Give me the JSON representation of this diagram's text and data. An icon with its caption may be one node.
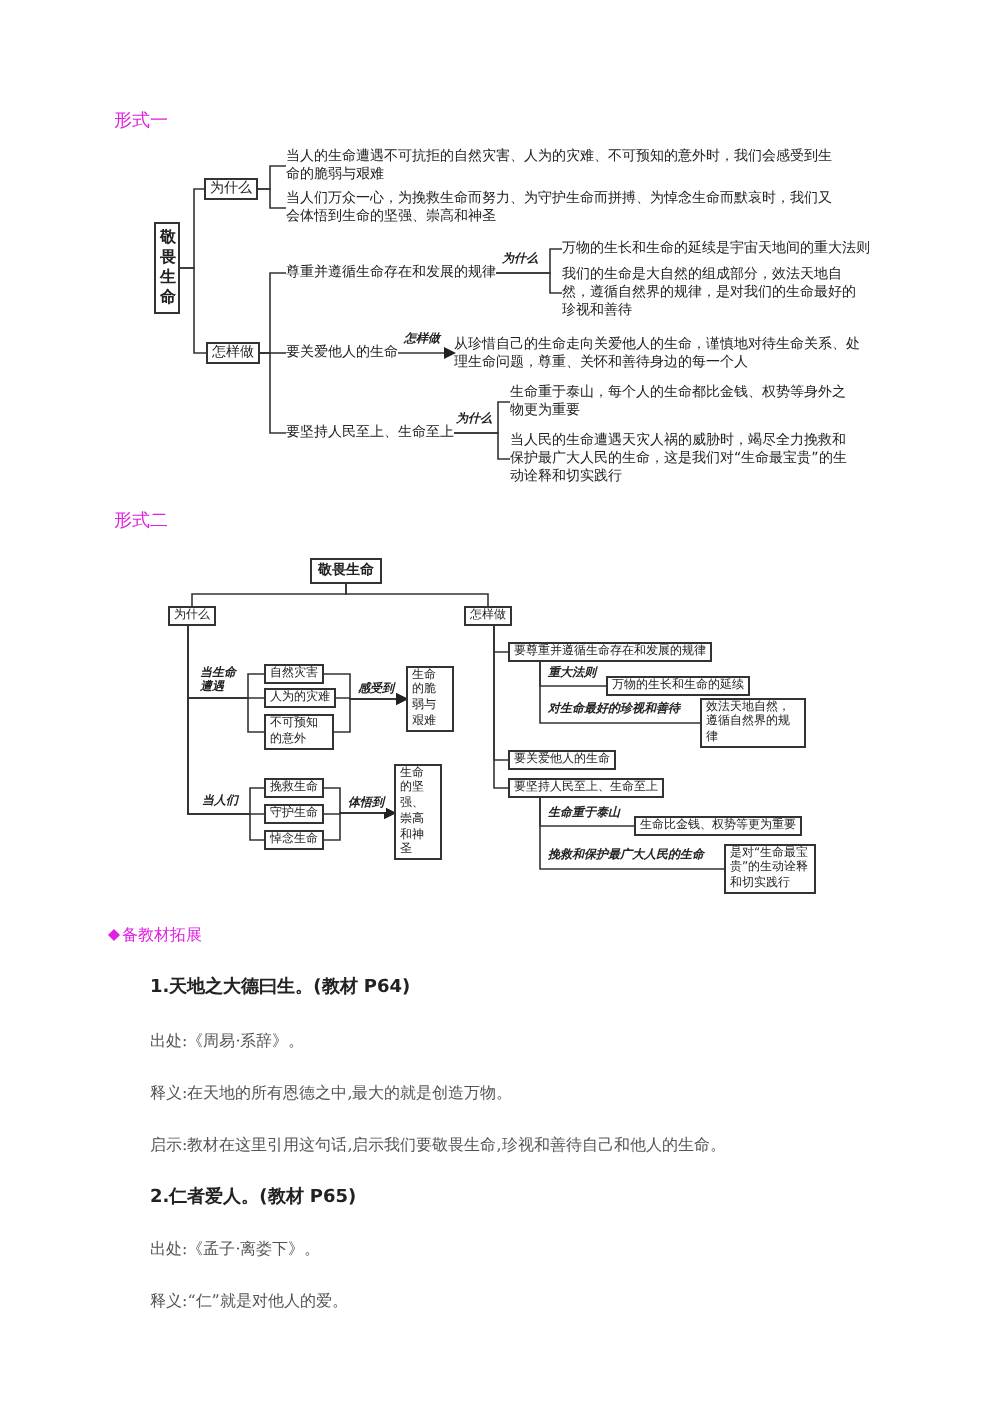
{
  "diagram": {
    "nodes": [
      {
        "text": [
          "敬畏生命"
        ]
      },
      {
        "text": [
          "为什么"
        ]
      },
      {
        "text": [
          "怎样做"
        ]
      },
      {
        "text": [
          "当人的生命遭遇不可抗拒的自然灾害、人为的灾难、不可预知的意外时，我们会感受到生命的脆弱与艰难"
        ]
      },
      {
        "text": [
          "当人们万众一心，为挽救生命而努力、为守护生命而拼搏、为悼念生命而默哀时，我们又会体悟到生命的坚强、崇高和神圣"
        ]
      },
      {
        "text": [
          "尊重并遵循生命存在和发展的规律"
        ]
      },
      {
        "text": [
          "要关爱他人的生命"
        ]
      },
      {
        "text": [
          "要坚持人民至上、生命至上"
        ]
      },
      {
        "text": [
          "万物的生长和生命的延续是宇宙天地间的重大法则"
        ]
      },
      {
        "text": [
          "我们的生命是大自然的组成部分，效法天地自然，遵循自然界的规律，是对我们的生命最好的珍视和善待"
        ]
      },
      {
        "text": [
          "从珍惜自己的生命走向关爱他人的生命，谨慎地对待生命关系、处理生命问题，尊重、关怀和善待身边的每一个人"
        ]
      },
      {
        "text": [
          "生命重于泰山，每个人的生命都比金钱、权势等身外之物更为重要"
        ]
      },
      {
        "text": [
          "当人民的生命遭遇天灾人祸的威胁时，竭尽全力挽救和保护最广大人民的生命，这是我们对“生命最宝贵”的生动诠释和切实践行"
        ]
      },
      {
        "text": [
          "敬畏生命"
        ]
      },
      {
        "text": [
          "为什么"
        ]
      },
      {
        "text": [
          "怎样做"
        ]
      },
      {
        "text": [
          "自然灾害"
        ]
      },
      {
        "text": [
          "人为的灾难"
        ]
      },
      {
        "text": [
          "不可预知的意外"
        ]
      },
      {
        "text": [
          "生命的脆弱与艰难"
        ]
      },
      {
        "text": [
          "挽救生命"
        ]
      },
      {
        "text": [
          "守护生命"
        ]
      },
      {
        "text": [
          "悼念生命"
        ]
      },
      {
        "text": [
          "生命的坚强、崇高和神圣"
        ]
      },
      {
        "text": [
          "要尊重并遵循生命存在和发展的规律"
        ]
      },
      {
        "text": [
          "万物的生长和生命的延续"
        ]
      },
      {
        "text": [
          "效法天地自然，遵循自然界的规律"
        ]
      },
      {
        "text": [
          "要关爱他人的生命"
        ]
      },
      {
        "text": [
          "要坚持人民至上、生命至上"
        ]
      },
      {
        "text": [
          "生命比金钱、权势等更为重要"
        ]
      },
      {
        "text": [
          "是对“生命最宝贵”的生动诠释和切实践行"
        ]
      }
    ],
    "edges": [
      {
        "from": 0,
        "to": 1,
        "arrow": "none"
      },
      {
        "from": 0,
        "to": 2,
        "arrow": "none"
      },
      {
        "from": 1,
        "to": 3,
        "arrow": "none"
      },
      {
        "from": 1,
        "to": 4,
        "arrow": "none"
      },
      {
        "from": 2,
        "to": 5,
        "arrow": "none"
      },
      {
        "from": 2,
        "to": 6,
        "arrow": "none"
      },
      {
        "from": 2,
        "to": 7,
        "arrow": "none"
      },
      {
        "from": 5,
        "to": 8,
        "arrow": "none",
        "label": "为什么"
      },
      {
        "from": 5,
        "to": 9,
        "arrow": "none"
      },
      {
        "from": 6,
        "to": 10,
        "arrow": "to",
        "label": "怎样做"
      },
      {
        "from": 7,
        "to": 11,
        "arrow": "none",
        "label": "为什么"
      },
      {
        "from": 7,
        "to": 12,
        "arrow": "none"
      },
      {
        "from": 13,
        "to": 14,
        "arrow": "none"
      },
      {
        "from": 13,
        "to": 15,
        "arrow": "none"
      },
      {
        "from": 14,
        "to": 16,
        "arrow": "none",
        "label": "当生命遭遇"
      },
      {
        "from": 14,
        "to": 17,
        "arrow": "none"
      },
      {
        "from": 14,
        "to": 18,
        "arrow": "none"
      },
      {
        "from": 16,
        "to": 19,
        "arrow": "to",
        "label": "感受到"
      },
      {
        "from": 17,
        "to": 19,
        "arrow": "to"
      },
      {
        "from": 18,
        "to": 19,
        "arrow": "to"
      },
      {
        "from": 14,
        "to": 20,
        "arrow": "none",
        "label": "当人们"
      },
      {
        "from": 14,
        "to": 21,
        "arrow": "none"
      },
      {
        "from": 14,
        "to": 22,
        "arrow": "none"
      },
      {
        "from": 20,
        "to": 23,
        "arrow": "to",
        "label": "体悟到"
      },
      {
        "from": 21,
        "to": 23,
        "arrow": "to"
      },
      {
        "from": 22,
        "to": 23,
        "arrow": "to"
      },
      {
        "from": 15,
        "to": 24,
        "arrow": "none"
      },
      {
        "from": 15,
        "to": 27,
        "arrow": "none"
      },
      {
        "from": 15,
        "to": 28,
        "arrow": "none"
      },
      {
        "from": 24,
        "to": 25,
        "arrow": "none",
        "label": "重大法则"
      },
      {
        "from": 24,
        "to": 26,
        "arrow": "none",
        "label": "对生命最好的珍视和善待"
      },
      {
        "from": 28,
        "to": 29,
        "arrow": "none",
        "label": "生命重于泰山"
      },
      {
        "from": 28,
        "to": 30,
        "arrow": "none",
        "label": "挽救和保护最广大人民的生命"
      }
    ],
    "labels": [
      "形式一",
      "形式二",
      "备教材拓展",
      "1.天地之大德曰生。(教材 P64)",
      "出处:《周易·系辞》。",
      "释义:在天地的所有恩德之中,最大的就是创造万物。",
      "启示:教材在这里引用这句话,启示我们要敬畏生命,珍视和善待自己和他人的生命。",
      "2.仁者爱人。(教材 P65)",
      "出处:《孟子·离娄下》。",
      "释义:“仁”就是对他人的爱。"
    ]
  }
}
